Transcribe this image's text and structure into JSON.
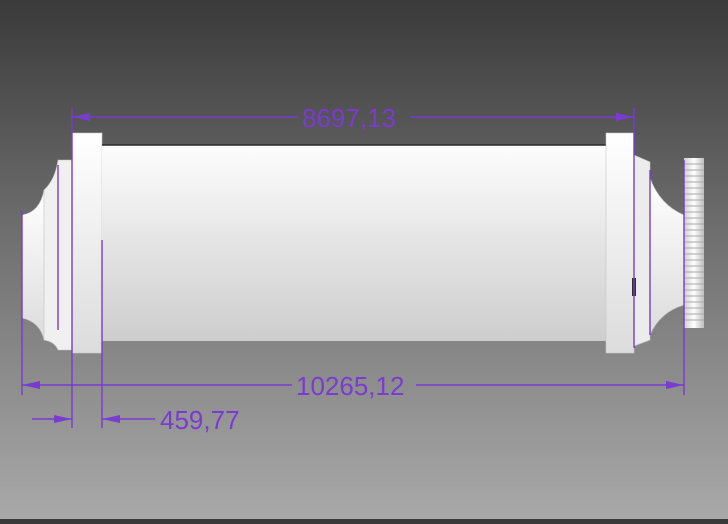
{
  "colors": {
    "background_top": "#3a3a3a",
    "background_bottom": "#a9a9a9",
    "dimension": "#7a3bd0",
    "part_light": "#f4f4f4",
    "part_shade": "#c9c9c9"
  },
  "dimensions": {
    "overall_length": "10265,12",
    "drum_length": "8697,13",
    "flange_offset": "459,77"
  }
}
